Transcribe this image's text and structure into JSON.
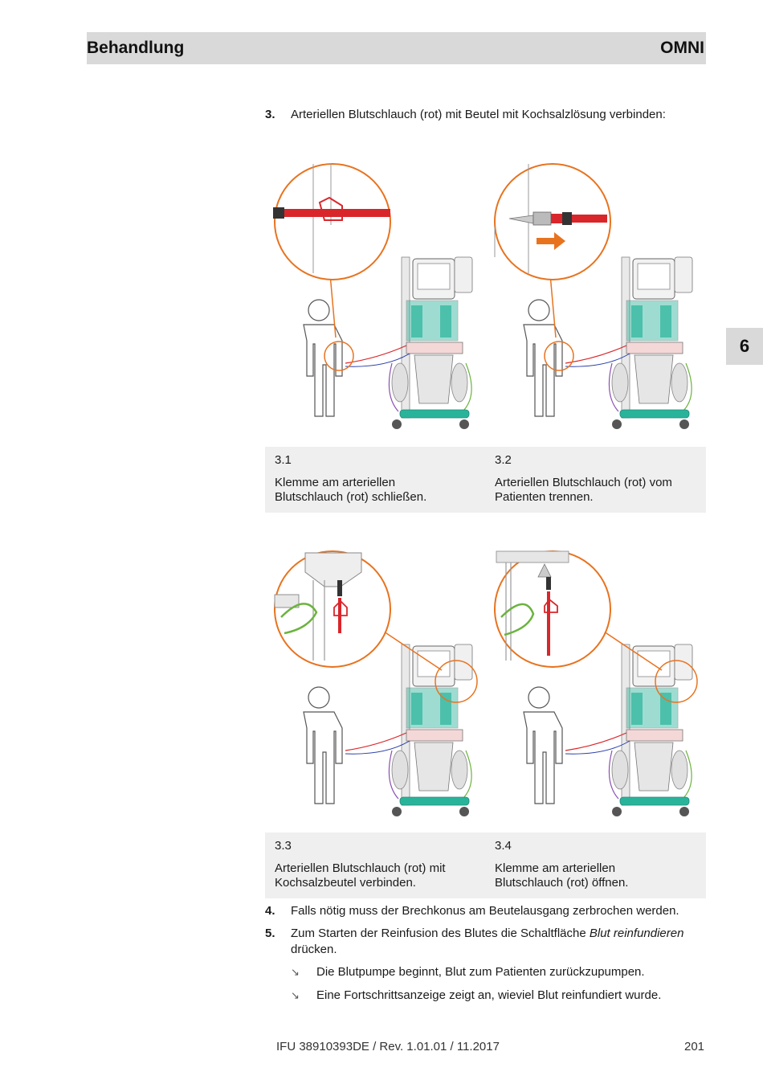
{
  "header": {
    "section": "Behandlung",
    "product": "OMNI"
  },
  "chapter_tab": "6",
  "steps": {
    "s3": {
      "num": "3.",
      "text": "Arteriellen Blutschlauch (rot) mit Beutel mit Kochsalzlösung verbinden:"
    },
    "s4": {
      "num": "4.",
      "text": "Falls nötig muss der Brechkonus am Beutelausgang zerbrochen werden."
    },
    "s5": {
      "num": "5.",
      "text_a": "Zum Starten der Reinfusion des Blutes die Schaltfläche ",
      "text_em": "Blut reinfundieren",
      "text_b": "drücken."
    }
  },
  "results": [
    {
      "symbol": "↘",
      "text": "Die Blutpumpe beginnt, Blut zum Patienten zurückzupumpen."
    },
    {
      "symbol": "↘",
      "text": "Eine Fortschrittsanzeige zeigt an, wieviel Blut reinfundiert wurde."
    }
  ],
  "figures": [
    {
      "num": "3.1",
      "line1": "Klemme am arteriellen",
      "line2": "Blutschlauch (rot) schließen."
    },
    {
      "num": "3.2",
      "line1": "Arteriellen Blutschlauch (rot) vom",
      "line2": "Patienten trennen."
    },
    {
      "num": "3.3",
      "line1": "Arteriellen Blutschlauch (rot) mit",
      "line2": "Kochsalzbeutel verbinden."
    },
    {
      "num": "3.4",
      "line1": "Klemme am arteriellen",
      "line2": "Blutschlauch (rot) öffnen."
    }
  ],
  "colors": {
    "callout": "#e8731f",
    "tube_red": "#d9262b",
    "machine_teal": "#2ab39b",
    "tube_green": "#6cb33f",
    "tube_purple": "#8a4fb0"
  },
  "footer": {
    "doc_ref": "IFU 38910393DE / Rev. 1.01.01 / 11.2017",
    "page": "201"
  }
}
